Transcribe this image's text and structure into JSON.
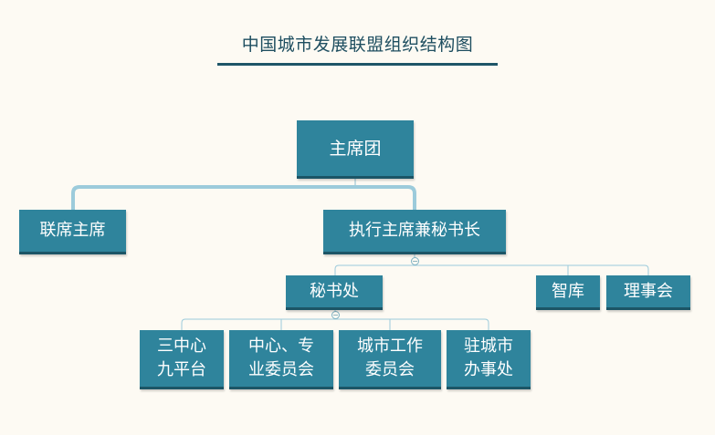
{
  "title": "中国城市发展联盟组织结构图",
  "nodes": {
    "presidium": "主席团",
    "co_chair": "联席主席",
    "exec_chair": "执行主席兼秘书长",
    "secretariat": "秘书处",
    "think_tank": "智库",
    "council": "理事会",
    "three_centers": "三中心\n九平台",
    "centers_committees": "中心、专\n业委员会",
    "city_work_committee": "城市工作\n委员会",
    "city_offices": "驻城市\n办事处"
  },
  "colors": {
    "node_fill": "#2f849c",
    "node_shadow": "#1c5566",
    "title": "#1e4e60",
    "background": "#fdfaf3",
    "connector": "#9ccbdb"
  },
  "icons": {
    "collapse": "−"
  }
}
